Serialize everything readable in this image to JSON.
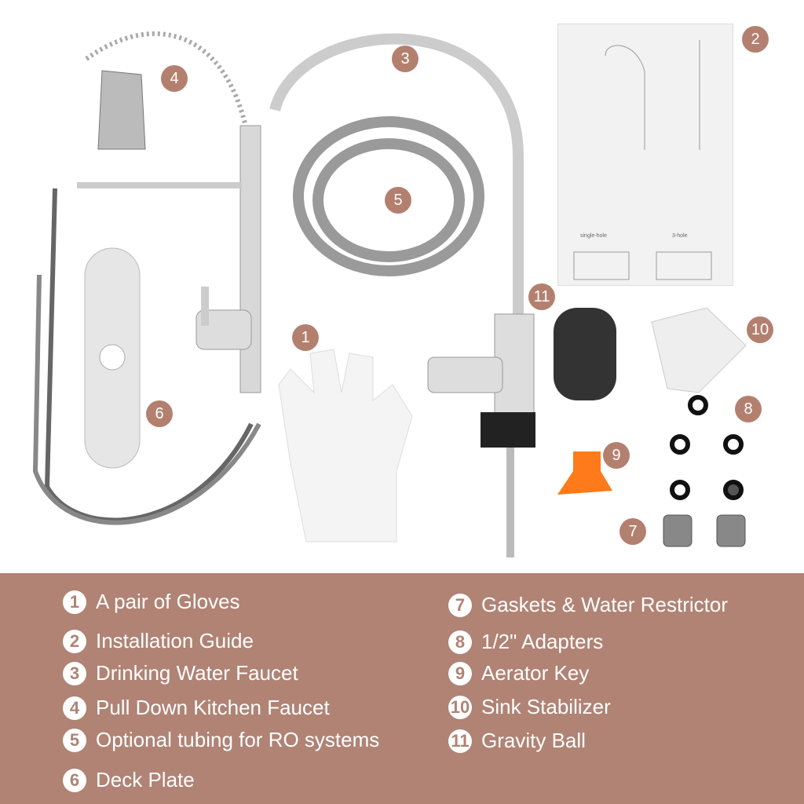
{
  "badges": [
    "1",
    "2",
    "3",
    "4",
    "5",
    "6",
    "7",
    "8",
    "9",
    "10",
    "11"
  ],
  "legend": [
    {
      "num": "1",
      "label": "A pair of Gloves"
    },
    {
      "num": "2",
      "label": "Installation Guide"
    },
    {
      "num": "3",
      "label": "Drinking Water Faucet"
    },
    {
      "num": "4",
      "label": "Pull Down Kitchen Faucet"
    },
    {
      "num": "5",
      "label": "Optional tubing for RO systems"
    },
    {
      "num": "6",
      "label": "Deck Plate"
    },
    {
      "num": "7",
      "label": "Gaskets & Water Restrictor"
    },
    {
      "num": "8",
      "label": "1/2\" Adapters"
    },
    {
      "num": "9",
      "label": "Aerator Key"
    },
    {
      "num": "10",
      "label": "Sink Stabilizer"
    },
    {
      "num": "11",
      "label": "Gravity Ball"
    }
  ],
  "guide": {
    "label_single": "single-hole",
    "label_three": "3-hole"
  },
  "colors": {
    "brand": "#b08374",
    "badge": "#b3806f"
  }
}
